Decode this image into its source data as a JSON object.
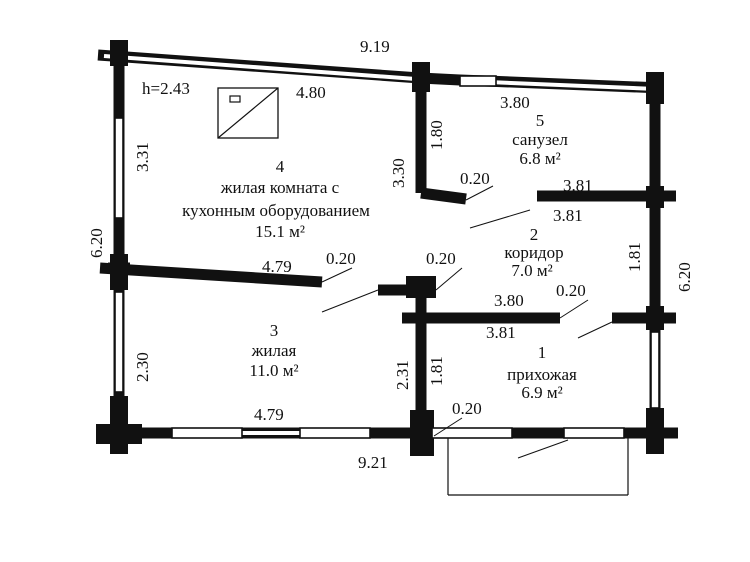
{
  "rooms": [
    {
      "number": "1",
      "name": "прихожая",
      "area": "6.9 м²"
    },
    {
      "number": "2",
      "name": "коридор",
      "area": "7.0 м²"
    },
    {
      "number": "3",
      "name": "жилая",
      "area": "11.0 м²"
    },
    {
      "number": "4",
      "name_line1": "жилая комната с",
      "name_line2": "кухонным оборудованием",
      "area": "15.1 м²"
    },
    {
      "number": "5",
      "name": "санузел",
      "area": "6.8 м²"
    }
  ],
  "ceiling_height": "h=2.43",
  "dimensions": {
    "top_total": "9.19",
    "bottom_total": "9.21",
    "left_total": "6.20",
    "right_total": "6.20",
    "room4_top": "4.80",
    "room4_left": "3.31",
    "room4_right_wall": "3.30",
    "partition_4_3": "4.79",
    "partition_4_3_end": "0.20",
    "room3_left": "2.30",
    "room3_bottom": "4.79",
    "room3_right_outer": "2.31",
    "room3_right_inner": "1.81",
    "room5_top": "3.80",
    "room5_left": "1.80",
    "room5_stub": "0.20",
    "room5_bottom_outer": "3.81",
    "room5_bottom_inner": "3.81",
    "corridor_right": "1.81",
    "corridor_stub": "0.20",
    "hall_top_outer": "3.80",
    "hall_top_inner": "3.81",
    "hall_top_stub": "0.20",
    "door_stub": "0.20"
  }
}
